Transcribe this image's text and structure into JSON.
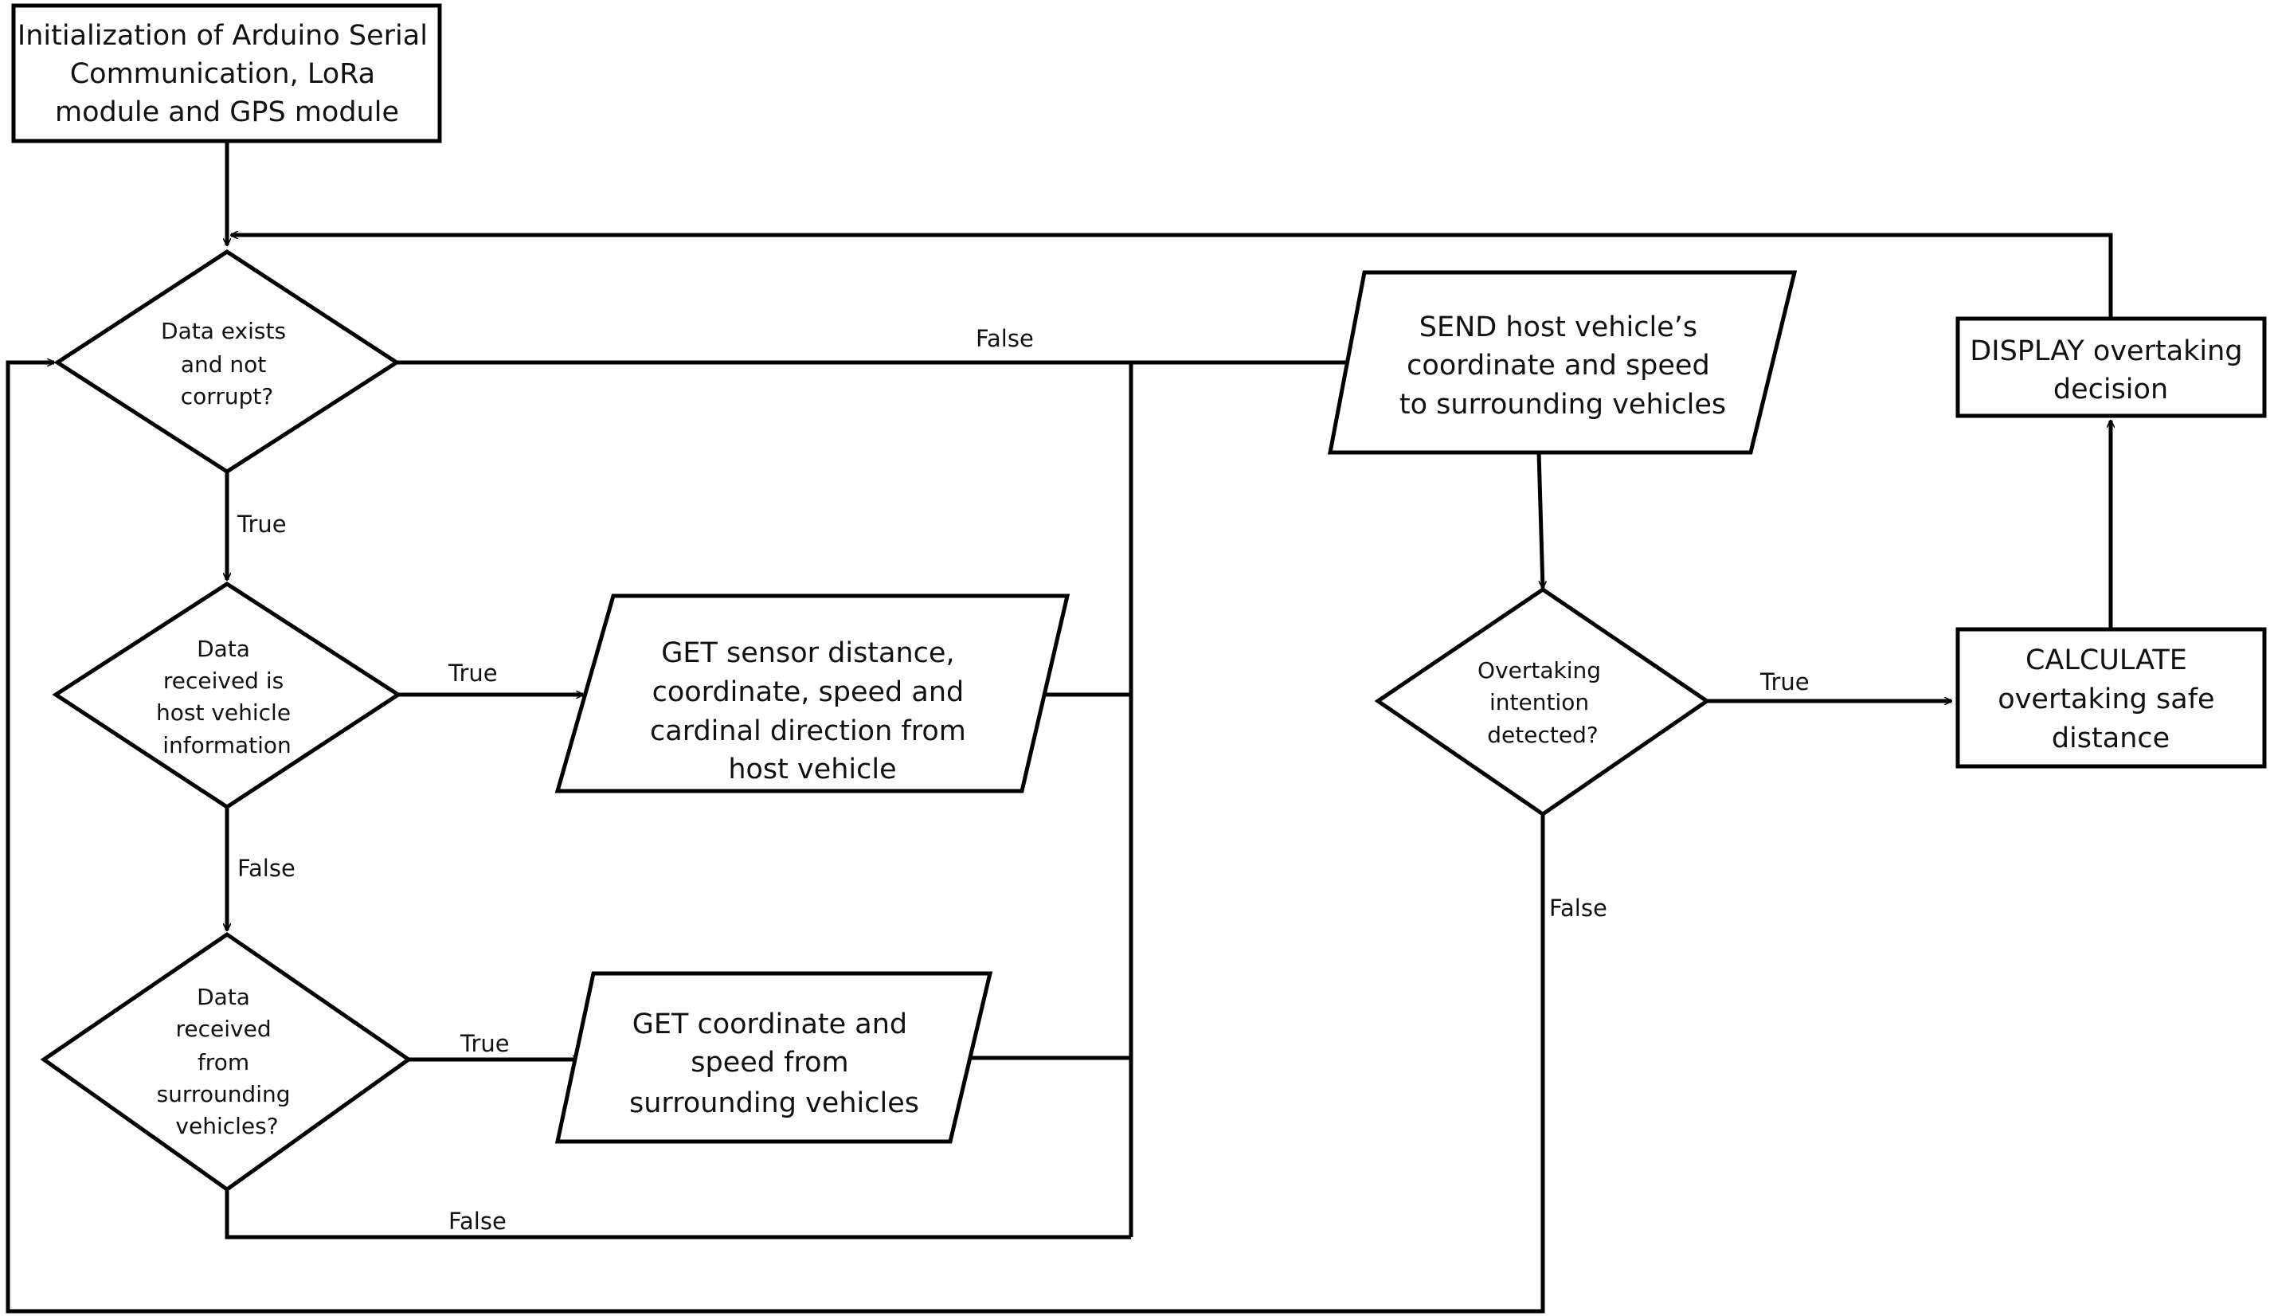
{
  "diagram": {
    "nodes": {
      "init": {
        "lines": [
          "Initialization of Arduino Serial",
          "Communication, LoRa",
          "module and GPS module"
        ]
      },
      "data_exists": {
        "lines": [
          "Data exists",
          "and not",
          "corrupt?"
        ]
      },
      "host_info": {
        "lines": [
          "Data",
          "received is",
          "host vehicle",
          "information"
        ]
      },
      "surrounding": {
        "lines": [
          "Data",
          "received",
          "from",
          "surrounding",
          "vehicles?"
        ]
      },
      "get_sensor": {
        "lines": [
          "GET sensor distance,",
          "coordinate, speed and",
          "cardinal direction from",
          "host vehicle"
        ]
      },
      "get_coord": {
        "lines": [
          "GET coordinate and",
          "speed from",
          "surrounding vehicles"
        ]
      },
      "send_host": {
        "lines": [
          "SEND host vehicle’s",
          "coordinate and speed",
          "to surrounding vehicles"
        ]
      },
      "overtaking": {
        "lines": [
          "Overtaking",
          "intention",
          "detected?"
        ]
      },
      "calculate": {
        "lines": [
          "CALCULATE",
          "overtaking safe",
          "distance"
        ]
      },
      "display": {
        "lines": [
          "DISPLAY overtaking",
          "decision"
        ]
      }
    },
    "edge_labels": {
      "exists_false": "False",
      "exists_true": "True",
      "host_true": "True",
      "host_false": "False",
      "surr_true": "True",
      "surr_false": "False",
      "overtake_true": "True",
      "overtake_false": "False"
    },
    "colors": {
      "stroke": "#000000",
      "fill": "#ffffff",
      "text": "#111111"
    }
  }
}
